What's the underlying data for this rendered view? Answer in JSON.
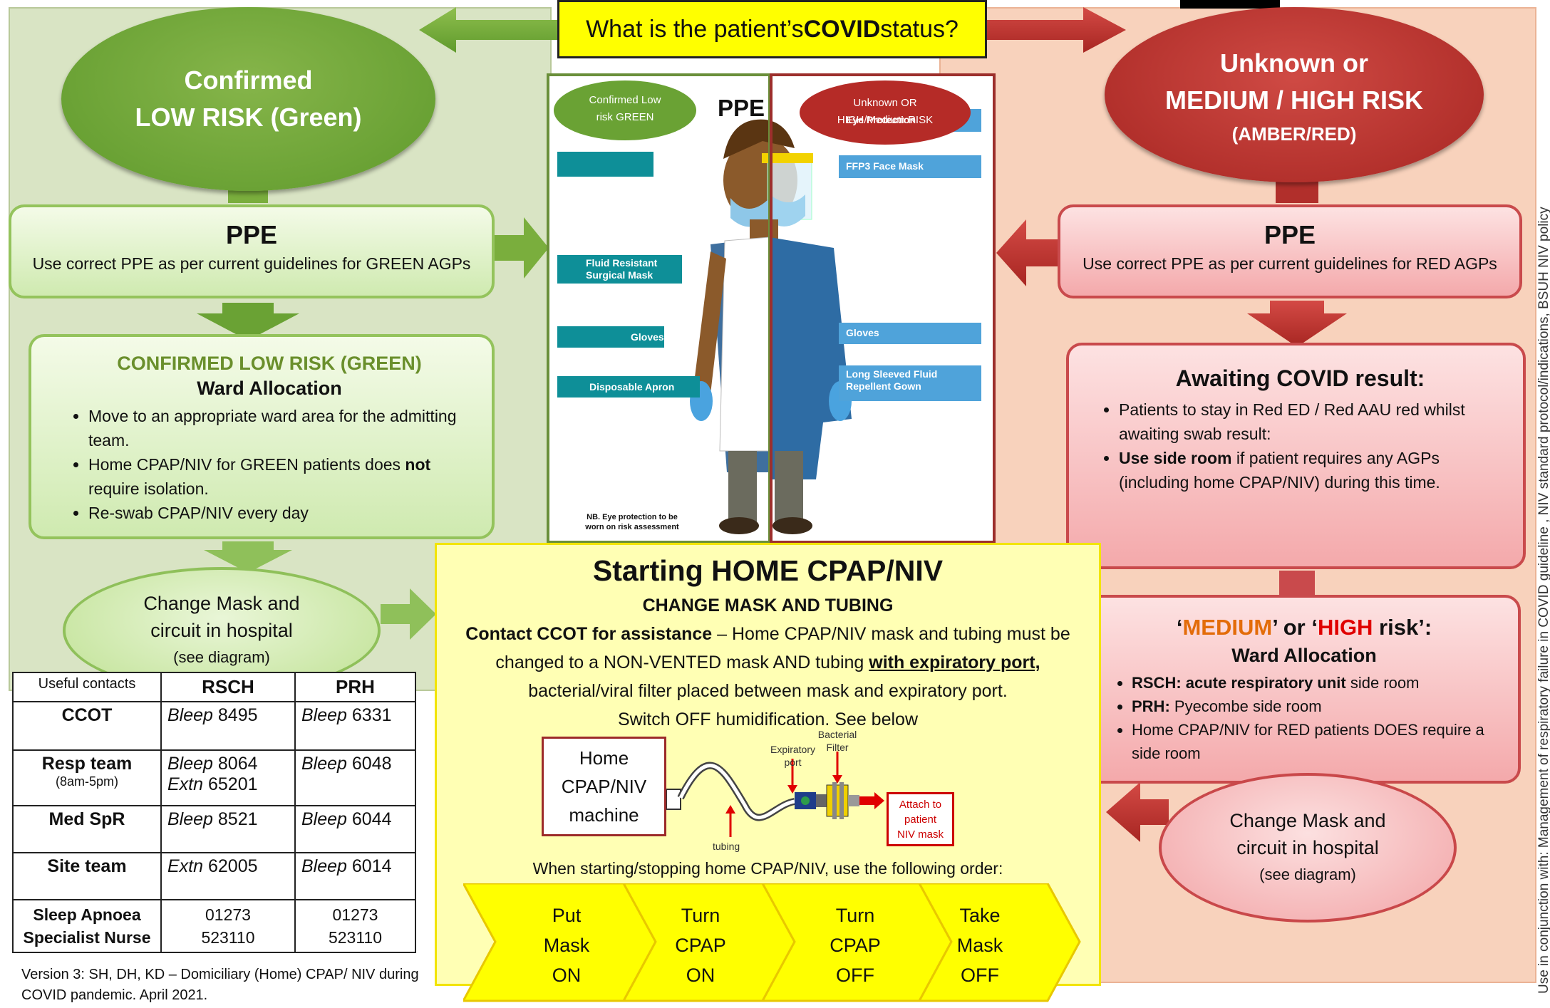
{
  "question": {
    "prefix": "What is the patient’s ",
    "bold": "COVID",
    "suffix": " status?"
  },
  "green_ellipse": {
    "line1": "Confirmed",
    "line2": "LOW RISK (Green)"
  },
  "red_ellipse": {
    "line1": "Unknown or",
    "line2": "MEDIUM / HIGH RISK",
    "line3": "(AMBER/RED)"
  },
  "ppe_left": {
    "title": "PPE",
    "text": "Use correct PPE as per current guidelines for GREEN AGPs"
  },
  "ppe_right": {
    "title": "PPE",
    "text": "Use correct PPE as per current guidelines for RED AGPs"
  },
  "ward_green": {
    "heading": "CONFIRMED LOW RISK (GREEN)",
    "subheading": "Ward Allocation",
    "bullet1": "Move to an appropriate ward area for the admitting team.",
    "bullet2_pre": "Home CPAP/NIV for GREEN patients does ",
    "bullet2_bold": "not",
    "bullet2_post": " require isolation.",
    "bullet3": "Re-swab CPAP/NIV every day"
  },
  "awaiting": {
    "title": "Awaiting COVID result:",
    "bullet1": "Patients to stay in Red ED / Red AAU red whilst awaiting swab result:",
    "bullet2_bold": "Use side room",
    "bullet2_post": " if patient requires any AGPs (including home CPAP/NIV) during this time."
  },
  "risk": {
    "q_open": "‘",
    "medium": "MEDIUM",
    "mid": "’ or ‘",
    "high": "HIGH",
    "q_close": " risk’:",
    "subheading": "Ward Allocation",
    "b1_bold": "RSCH: acute respiratory unit",
    "b1_post": " side room",
    "b2_bold": "PRH:",
    "b2_post": " Pyecombe side room",
    "b3": "Home CPAP/NIV for RED patients DOES require a side room"
  },
  "change_green": {
    "line1": "Change Mask and",
    "line2": "circuit in hospital",
    "line3": "(see diagram)"
  },
  "change_red": {
    "line1": "Change Mask and",
    "line2": "circuit in hospital",
    "line3": "(see diagram)"
  },
  "ppe_picture": {
    "title": "PPE",
    "green_label_1": "Confirmed Low",
    "green_label_2": "risk GREEN",
    "red_label_1": "Unknown OR",
    "red_label_2": "HIGH/Medium RISK",
    "eye": "Eye Protection",
    "ffp3": "FFP3 Face Mask",
    "fluid_mask_1": "Fluid Resistant",
    "fluid_mask_2": "Surgical Mask",
    "gloves_left": "Gloves",
    "gloves_right": "Gloves",
    "apron": "Disposable Apron",
    "gown_1": "Long Sleeved Fluid",
    "gown_2": "Repellent Gown",
    "note_1": "NB. Eye protection to be",
    "note_2": "worn on risk assessment"
  },
  "home": {
    "title": "Starting HOME CPAP/NIV",
    "subtitle": "CHANGE MASK AND TUBING",
    "contact_bold": "Contact CCOT for assistance",
    "contact_text": " – Home CPAP/NIV mask and tubing must be changed to a NON-VENTED mask AND tubing ",
    "underline": "with expiratory port,",
    "line3": " bacterial/viral filter placed between mask and expiratory port.",
    "line4": "Switch OFF humidification. See below",
    "machine_1": "Home",
    "machine_2": "CPAP/NIV",
    "machine_3": "machine",
    "exp_port_1": "Expiratory",
    "exp_port_2": "port",
    "filter_1": "Bacterial",
    "filter_2": "Filter",
    "tubing": "tubing",
    "attach_1": "Attach to",
    "attach_2": "patient",
    "attach_3": "NIV mask",
    "order": "When starting/stopping home CPAP/NIV, use the following order:",
    "steps": [
      {
        "a": "Put",
        "b": "Mask",
        "c": "ON"
      },
      {
        "a": "Turn",
        "b": "CPAP",
        "c": "ON"
      },
      {
        "a": "Turn",
        "b": "CPAP",
        "c": "OFF"
      },
      {
        "a": "Take",
        "b": "Mask",
        "c": "OFF"
      }
    ]
  },
  "contacts": {
    "header": [
      "Useful contacts",
      "RSCH",
      "PRH"
    ],
    "rows": [
      {
        "name": "CCOT",
        "sub": "",
        "rsch1_i": "Bleep",
        "rsch1": "  8495",
        "rsch2_i": "",
        "rsch2": "",
        "prh1_i": "Bleep",
        "prh1": " 6331",
        "prh2": ""
      },
      {
        "name": "Resp team",
        "sub": "(8am-5pm)",
        "rsch1_i": "Bleep",
        "rsch1": " 8064",
        "rsch2_i": "Extn",
        "rsch2": " 65201",
        "prh1_i": "Bleep",
        "prh1": " 6048",
        "prh2": ""
      },
      {
        "name": "Med SpR",
        "sub": "",
        "rsch1_i": "Bleep",
        "rsch1": " 8521",
        "rsch2_i": "",
        "rsch2": "",
        "prh1_i": "Bleep",
        "prh1": " 6044",
        "prh2": ""
      },
      {
        "name": "Site team",
        "sub": "",
        "rsch1_i": "Extn",
        "rsch1": " 62005",
        "rsch2_i": "",
        "rsch2": "",
        "prh1_i": "Bleep",
        "prh1": " 6014",
        "prh2": ""
      }
    ],
    "last": {
      "name1": "Sleep Apnoea",
      "name2": "Specialist Nurse",
      "rsch1": "01273",
      "rsch2": "523110",
      "prh1": "01273",
      "prh2": "523110"
    }
  },
  "footer": {
    "line1": "Version 3: SH, DH, KD – Domiciliary (Home) CPAP/ NIV during",
    "line2": "COVID pandemic. April 2021."
  },
  "side_note": "Use in conjunction with:  Management of respiratory failure in COVID guideline , NIV standard protocol/indications, BSUH NIV policy",
  "colors": {
    "green": "#5f9a2c",
    "red": "#a72622",
    "yellow": "#ffff00",
    "medium": "#e36c09",
    "high": "#e00000"
  }
}
